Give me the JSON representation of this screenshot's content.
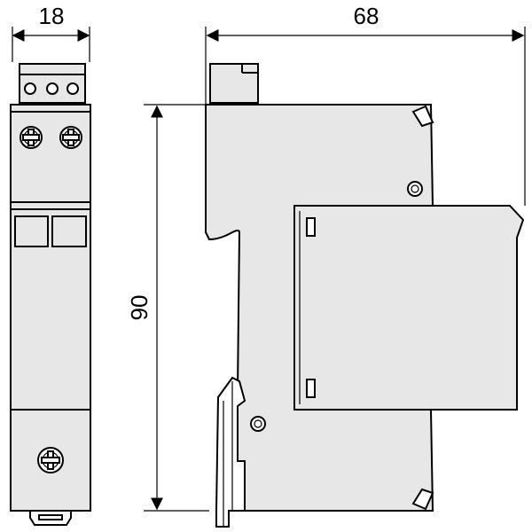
{
  "dimensions": {
    "width_label": "18",
    "depth_label": "68",
    "height_label": "90"
  },
  "colors": {
    "body_fill": "#e7e7e7",
    "line": "#000000",
    "background": "#ffffff"
  }
}
